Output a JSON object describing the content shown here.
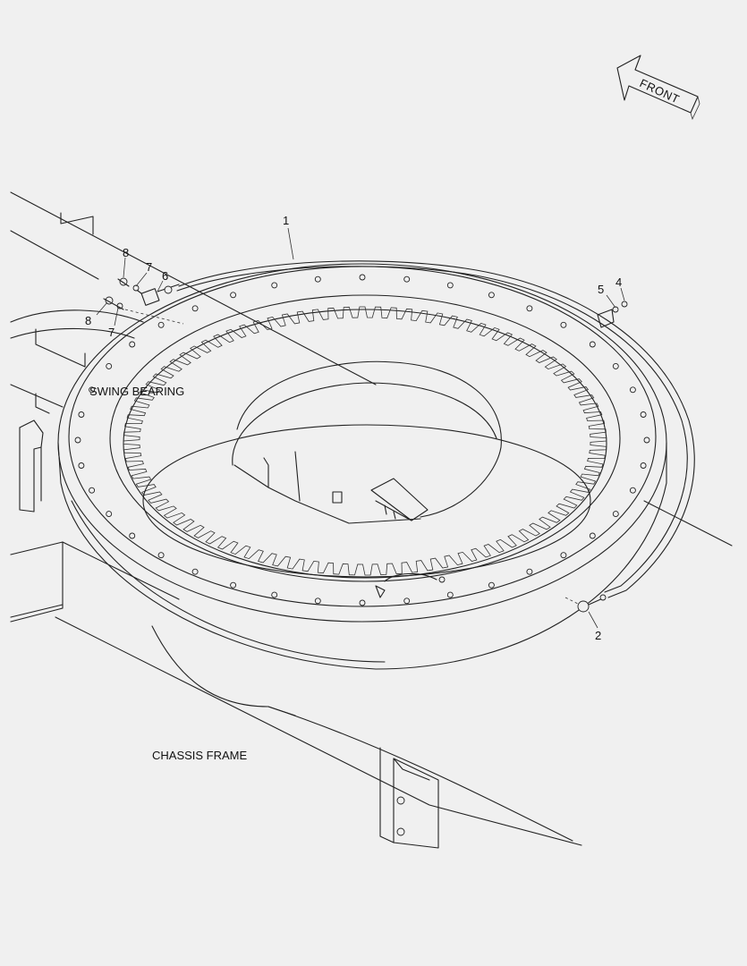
{
  "labels": {
    "swing_bearing": "SWING BEARING",
    "chassis_frame": "CHASSIS FRAME",
    "front": "FRONT"
  },
  "callouts": [
    {
      "id": "callout-1",
      "text": "1"
    },
    {
      "id": "callout-2",
      "text": "2"
    },
    {
      "id": "callout-4",
      "text": "4"
    },
    {
      "id": "callout-5",
      "text": "5"
    },
    {
      "id": "callout-6",
      "text": "6"
    },
    {
      "id": "callout-7a",
      "text": "7"
    },
    {
      "id": "callout-7b",
      "text": "7"
    },
    {
      "id": "callout-8a",
      "text": "8"
    },
    {
      "id": "callout-8b",
      "text": "8"
    }
  ]
}
